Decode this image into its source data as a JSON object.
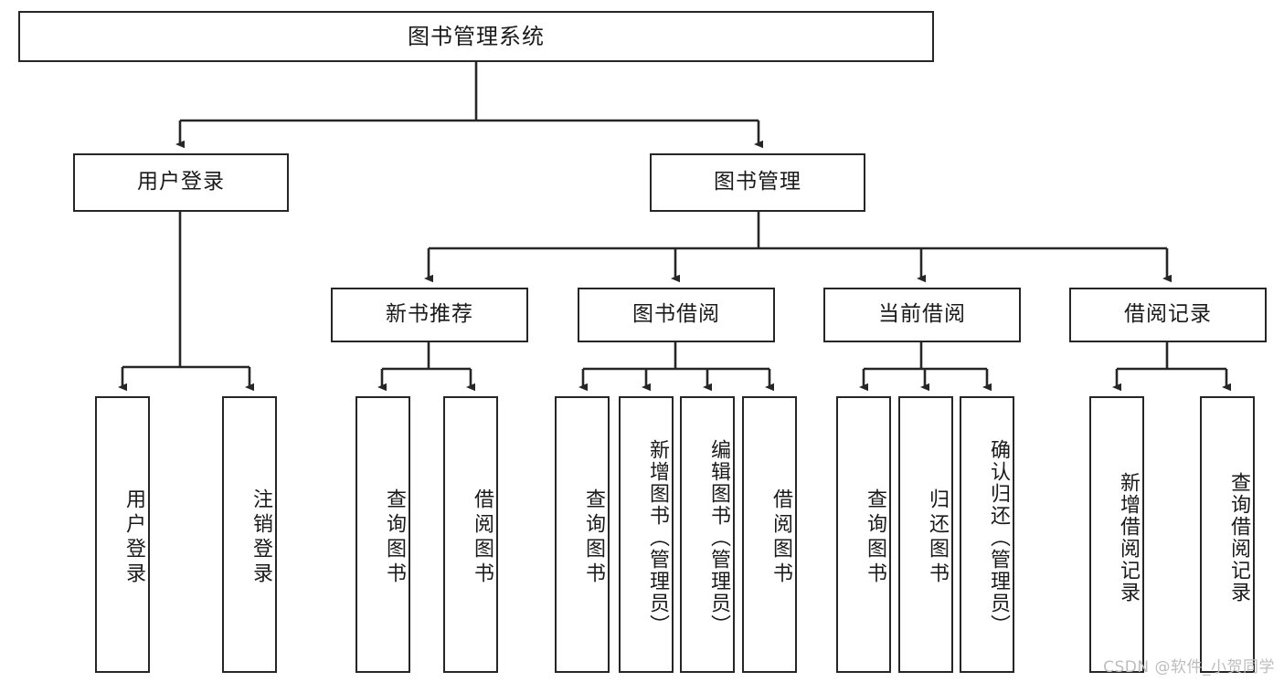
{
  "diagram": {
    "title": "图书管理系统",
    "type": "tree-hierarchy",
    "root": {
      "label": "图书管理系统"
    },
    "level2": [
      {
        "label": "用户登录"
      },
      {
        "label": "图书管理"
      }
    ],
    "level3": [
      {
        "label": "新书推荐"
      },
      {
        "label": "图书借阅"
      },
      {
        "label": "当前借阅"
      },
      {
        "label": "借阅记录"
      }
    ],
    "leaves": {
      "user_login": [
        {
          "label": "用户登录"
        },
        {
          "label": "注销登录"
        }
      ],
      "new_book_recommend": [
        {
          "label": "查询图书"
        },
        {
          "label": "借阅图书"
        }
      ],
      "book_borrow": [
        {
          "label": "查询图书"
        },
        {
          "label": "新增图书（管理员）"
        },
        {
          "label": "编辑图书（管理员）"
        },
        {
          "label": "借阅图书"
        }
      ],
      "current_borrow": [
        {
          "label": "查询图书"
        },
        {
          "label": "归还图书"
        },
        {
          "label": "确认归还（管理员）"
        }
      ],
      "borrow_records": [
        {
          "label": "新增借阅记录"
        },
        {
          "label": "查询借阅记录"
        }
      ]
    }
  },
  "watermark": {
    "text": "CSDN @软件_小贺同学"
  },
  "colors": {
    "stroke": "#262626",
    "text": "#1a1a1a",
    "background": "#ffffff",
    "watermark": "#bdbdbd"
  }
}
